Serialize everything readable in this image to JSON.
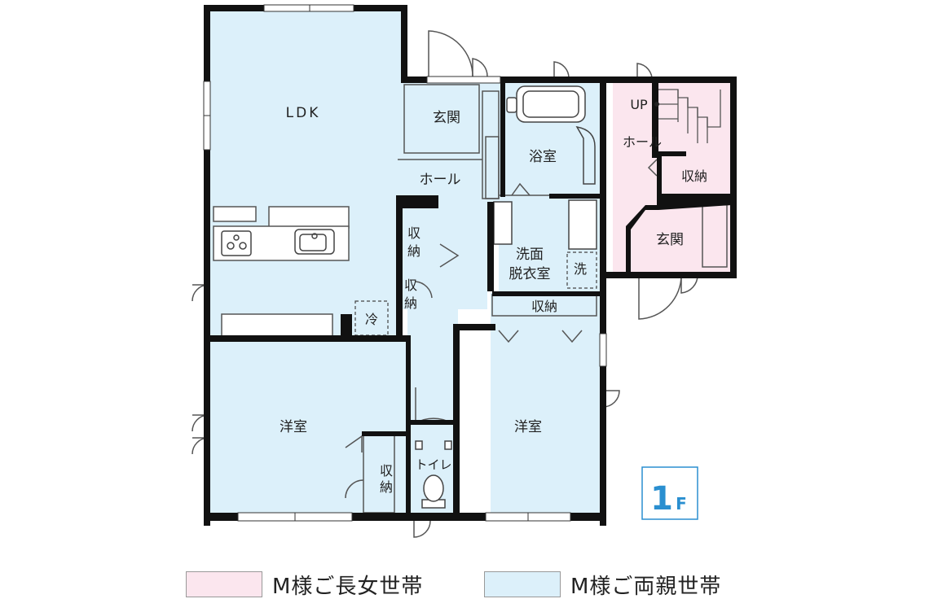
{
  "floor_badge": {
    "number": "1",
    "letter": "F"
  },
  "colors": {
    "parents": "#dcf0fa",
    "daughter": "#fbe6ee",
    "wall": "#111111",
    "badge": "#2a8fd0"
  },
  "rooms": {
    "ldk": "LDK",
    "entrance_main": "玄関",
    "hall_main": "ホール",
    "bath": "浴室",
    "storage_a": "収",
    "storage_a2": "納",
    "storage_b": "収",
    "storage_b2": "納",
    "washroom_1": "洗面",
    "washroom_2": "脱衣室",
    "washer": "洗",
    "fridge": "冷",
    "storage_c": "収納",
    "western_left": "洋室",
    "western_right": "洋室",
    "storage_d": "収",
    "storage_d2": "納",
    "toilet": "トイレ",
    "up": "UP",
    "hall_sub": "ホール",
    "storage_sub": "収納",
    "entrance_sub": "玄関"
  },
  "legend": [
    {
      "label": "M様ご長女世帯",
      "color": "#fbe6ee"
    },
    {
      "label": "M様ご両親世帯",
      "color": "#dcf0fa"
    }
  ]
}
